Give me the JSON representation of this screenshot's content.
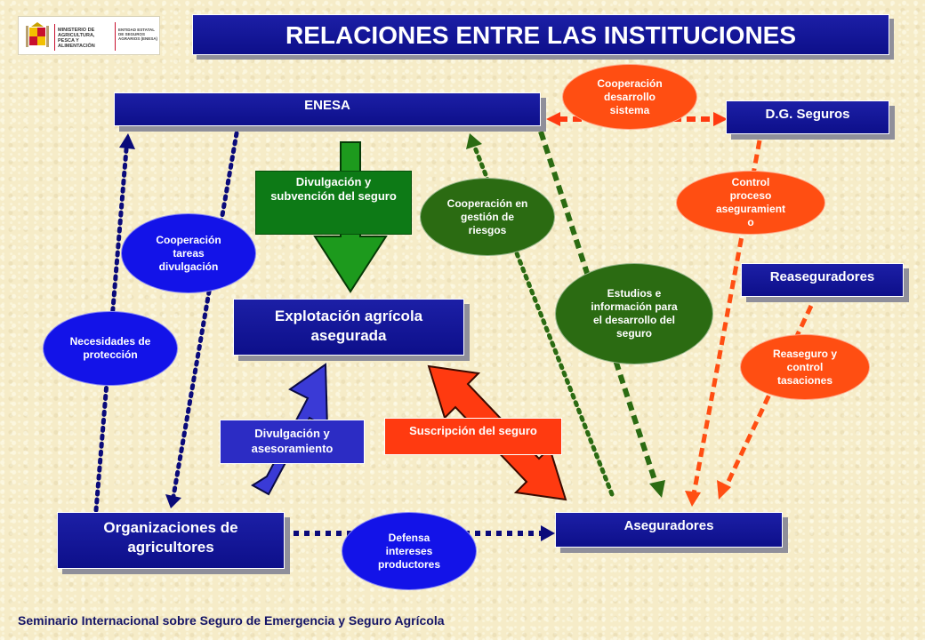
{
  "title": "RELACIONES ENTRE LAS INSTITUCIONES",
  "logo": {
    "ministry": "MINISTERIO DE AGRICULTURA, PESCA Y ALIMENTACIÓN",
    "entity": "ENTIDAD ESTATAL DE SEGUROS AGRARIOS (ENESA)"
  },
  "boxes": {
    "enesa": "ENESA",
    "dg_seguros": "D.G. Seguros",
    "reaseguradores": "Reaseguradores",
    "explotacion": "Explotación agrícola asegurada",
    "organizaciones": "Organizaciones de agricultores",
    "aseguradores": "Aseguradores"
  },
  "flows": {
    "divulgacion_subvencion": "Divulgación y subvención del seguro",
    "divulgacion_asesoramiento": "Divulgación y asesoramiento",
    "suscripcion": "Suscripción del seguro"
  },
  "ellipses": {
    "cooperacion_desarrollo": "Cooperación desarrollo sistema",
    "control_proceso": "Control proceso aseguramient o",
    "cooperacion_tareas": "Cooperación tareas divulgación",
    "necesidades": "Necesidades de protección",
    "cooperacion_gestion": "Cooperación en gestión de riesgos",
    "estudios": "Estudios e información para el desarrollo del seguro",
    "reaseguro": "Reaseguro y control tasaciones",
    "defensa": "Defensa intereses productores"
  },
  "footer": "Seminario Internacional sobre Seguro de Emergencia y Seguro Agrícola",
  "colors": {
    "navy": "#0d0f8a",
    "green": "#0d7a16",
    "dark_green": "#2b6b12",
    "orange": "#ff4e12",
    "red": "#ff3a10",
    "blue": "#1313e8",
    "dotted_navy": "#0a0a7a"
  }
}
